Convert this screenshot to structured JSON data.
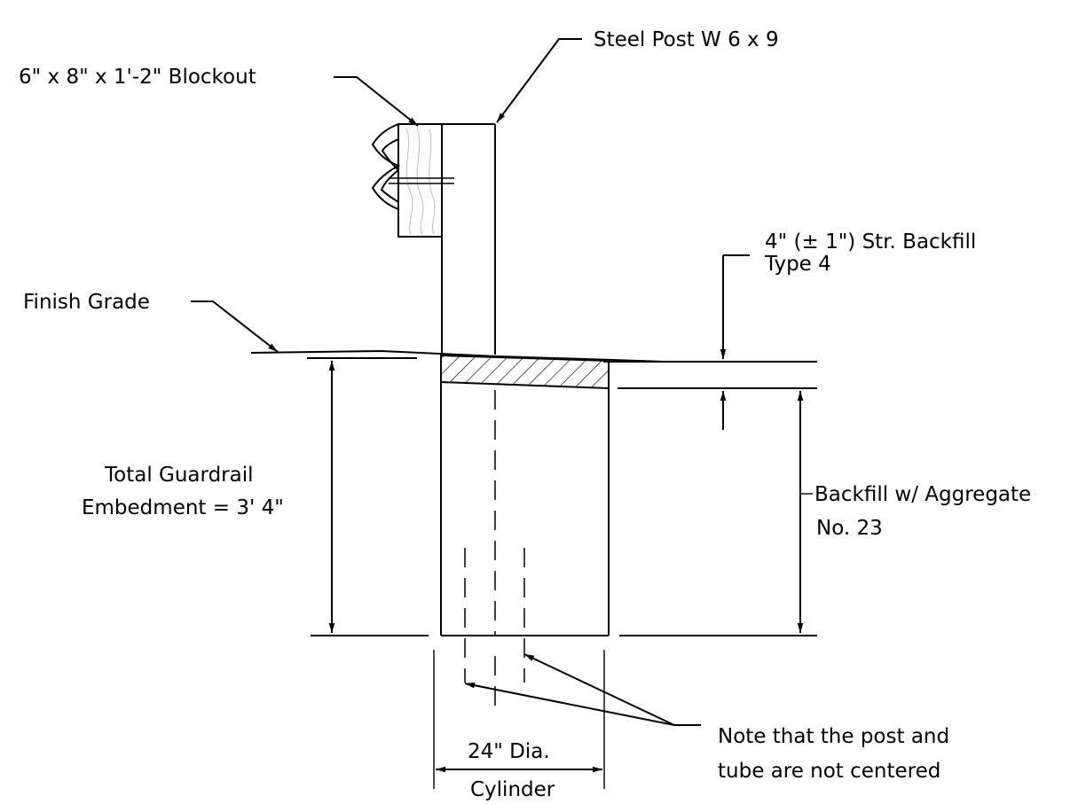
{
  "labels": {
    "blockout": "6\" x 8\" x 1'-2\" Blockout",
    "steel_post": "Steel Post W 6 x 9",
    "str_backfill_line1": "4\" (± 1\") Str. Backfill",
    "str_backfill_line2": "Type 4",
    "finish_grade": "Finish Grade",
    "embedment_line1": "Total Guardrail",
    "embedment_line2": "Embedment = 3' 4\"",
    "aggregate_line1": "Backfill w/ Aggregate",
    "aggregate_line2": "No. 23",
    "cylinder_line1": "24\" Dia.",
    "cylinder_line2": "Cylinder",
    "note_line1": "Note that the post and",
    "note_line2": "tube are not centered"
  }
}
